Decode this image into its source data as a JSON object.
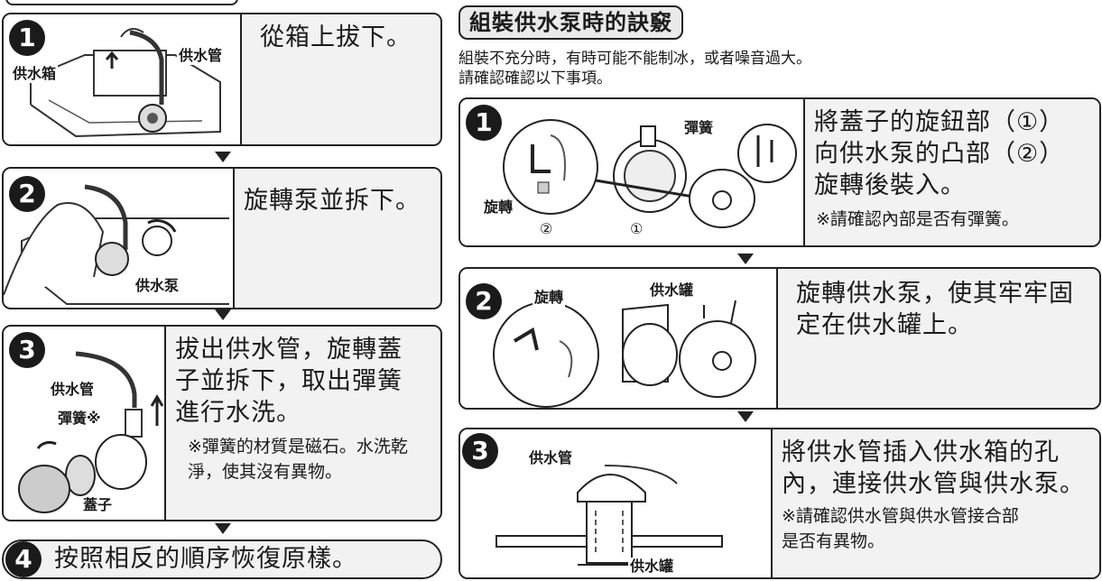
{
  "left": {
    "step1": {
      "num": "1",
      "text": "從箱上拔下。",
      "label_tank": "供水箱",
      "label_pipe": "供水管"
    },
    "step2": {
      "num": "2",
      "text": "旋轉泵並拆下。",
      "label_pump": "供水泵"
    },
    "step3": {
      "num": "3",
      "text": "拔出供水管，旋轉蓋子並拆下，取出彈簧進行水洗。",
      "note": "※彈簧的材質是磁石。水洗乾淨，使其沒有異物。",
      "label_pipe": "供水管",
      "label_spring": "彈簧※",
      "label_cap": "蓋子"
    },
    "step4": {
      "num": "4",
      "text": "按照相反的順序恢復原樣。"
    }
  },
  "right": {
    "title": "組裝供水泵時的訣竅",
    "intro1": "組裝不充分時，有時可能不能制冰，或者噪音過大。",
    "intro2": "請確認確認以下事項。",
    "step1": {
      "num": "1",
      "text": "將蓋子的旋鈕部（①）向供水泵的凸部（②）旋轉後裝入。",
      "note": "※請確認內部是否有彈簧。",
      "label_spring": "彈簧",
      "label_rotate": "旋轉",
      "mark1": "①",
      "mark2": "②"
    },
    "step2": {
      "num": "2",
      "text": "旋轉供水泵，使其牢牢固定在供水罐上。",
      "label_rotate": "旋轉",
      "label_tank": "供水罐"
    },
    "step3": {
      "num": "3",
      "text": "將供水管插入供水箱的孔內，連接供水管與供水泵。",
      "note": "※請確認供水管與供水管接合部是否有異物。",
      "label_pipe": "供水管",
      "label_tank": "供水罐"
    }
  }
}
